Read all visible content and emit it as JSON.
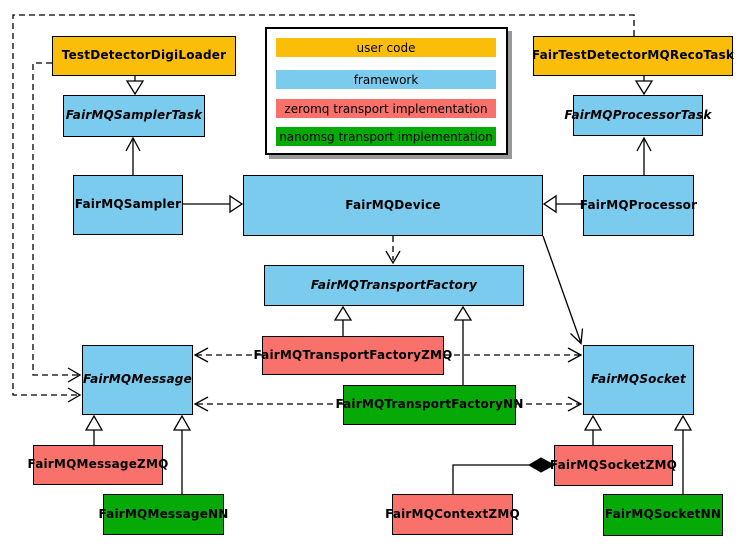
{
  "legend": {
    "items": [
      {
        "label": "user code",
        "color": "#FBBE08"
      },
      {
        "label": "framework",
        "color": "#7BCBEE"
      },
      {
        "label": "zeromq transport implementation",
        "color": "#F9716B"
      },
      {
        "label": "nanomsg transport implementation",
        "color": "#06AA06"
      }
    ]
  },
  "colors": {
    "user_code": "#FBBE08",
    "framework": "#7BCBEE",
    "zeromq": "#F9716B",
    "nanomsg": "#06AA06",
    "line": "#000000",
    "background": "#FFFFFF"
  },
  "nodes": {
    "test_detector_digi_loader": {
      "label": "TestDetectorDigiLoader",
      "category": "user code",
      "abstract": false
    },
    "fair_test_detector_mq_reco_task": {
      "label": "FairTestDetectorMQRecoTask",
      "category": "user code",
      "abstract": false
    },
    "fairmq_sampler_task": {
      "label": "FairMQSamplerTask",
      "category": "framework",
      "abstract": true
    },
    "fairmq_processor_task": {
      "label": "FairMQProcessorTask",
      "category": "framework",
      "abstract": true
    },
    "fairmq_sampler": {
      "label": "FairMQSampler",
      "category": "framework",
      "abstract": false
    },
    "fairmq_device": {
      "label": "FairMQDevice",
      "category": "framework",
      "abstract": false
    },
    "fairmq_processor": {
      "label": "FairMQProcessor",
      "category": "framework",
      "abstract": false
    },
    "fairmq_transport_factory": {
      "label": "FairMQTransportFactory",
      "category": "framework",
      "abstract": true
    },
    "fairmq_message": {
      "label": "FairMQMessage",
      "category": "framework",
      "abstract": true
    },
    "fairmq_socket": {
      "label": "FairMQSocket",
      "category": "framework",
      "abstract": true
    },
    "fairmq_transport_factory_zmq": {
      "label": "FairMQTransportFactoryZMQ",
      "category": "zeromq",
      "abstract": false
    },
    "fairmq_transport_factory_nn": {
      "label": "FairMQTransportFactoryNN",
      "category": "nanomsg",
      "abstract": false
    },
    "fairmq_message_zmq": {
      "label": "FairMQMessageZMQ",
      "category": "zeromq",
      "abstract": false
    },
    "fairmq_message_nn": {
      "label": "FairMQMessageNN",
      "category": "nanomsg",
      "abstract": false
    },
    "fairmq_socket_zmq": {
      "label": "FairMQSocketZMQ",
      "category": "zeromq",
      "abstract": false
    },
    "fairmq_socket_nn": {
      "label": "FairMQSocketNN",
      "category": "nanomsg",
      "abstract": false
    },
    "fairmq_context_zmq": {
      "label": "FairMQContextZMQ",
      "category": "zeromq",
      "abstract": false
    }
  },
  "edges": [
    {
      "from": "TestDetectorDigiLoader",
      "to": "FairMQSamplerTask",
      "type": "inheritance"
    },
    {
      "from": "FairTestDetectorMQRecoTask",
      "to": "FairMQProcessorTask",
      "type": "inheritance"
    },
    {
      "from": "FairMQSampler",
      "to": "FairMQDevice",
      "type": "inheritance"
    },
    {
      "from": "FairMQProcessor",
      "to": "FairMQDevice",
      "type": "inheritance"
    },
    {
      "from": "FairMQTransportFactoryZMQ",
      "to": "FairMQTransportFactory",
      "type": "inheritance"
    },
    {
      "from": "FairMQTransportFactoryNN",
      "to": "FairMQTransportFactory",
      "type": "inheritance"
    },
    {
      "from": "FairMQMessageZMQ",
      "to": "FairMQMessage",
      "type": "inheritance"
    },
    {
      "from": "FairMQMessageNN",
      "to": "FairMQMessage",
      "type": "inheritance"
    },
    {
      "from": "FairMQSocketZMQ",
      "to": "FairMQSocket",
      "type": "inheritance"
    },
    {
      "from": "FairMQSocketNN",
      "to": "FairMQSocket",
      "type": "inheritance"
    },
    {
      "from": "FairMQSampler",
      "to": "FairMQSamplerTask",
      "type": "association"
    },
    {
      "from": "FairMQProcessor",
      "to": "FairMQProcessorTask",
      "type": "association"
    },
    {
      "from": "FairMQDevice",
      "to": "FairMQSocket",
      "type": "association"
    },
    {
      "from": "FairMQDevice",
      "to": "FairMQTransportFactory",
      "type": "dependency"
    },
    {
      "from": "FairMQTransportFactoryZMQ",
      "to": "FairMQMessage",
      "type": "dependency"
    },
    {
      "from": "FairMQTransportFactoryZMQ",
      "to": "FairMQSocket",
      "type": "dependency"
    },
    {
      "from": "FairMQTransportFactoryNN",
      "to": "FairMQMessage",
      "type": "dependency"
    },
    {
      "from": "FairMQTransportFactoryNN",
      "to": "FairMQSocket",
      "type": "dependency"
    },
    {
      "from": "TestDetectorDigiLoader",
      "to": "FairMQMessage",
      "type": "dependency"
    },
    {
      "from": "FairTestDetectorMQRecoTask",
      "to": "FairMQMessage",
      "type": "dependency"
    },
    {
      "from": "FairMQSocketZMQ",
      "to": "FairMQContextZMQ",
      "type": "composition"
    }
  ]
}
